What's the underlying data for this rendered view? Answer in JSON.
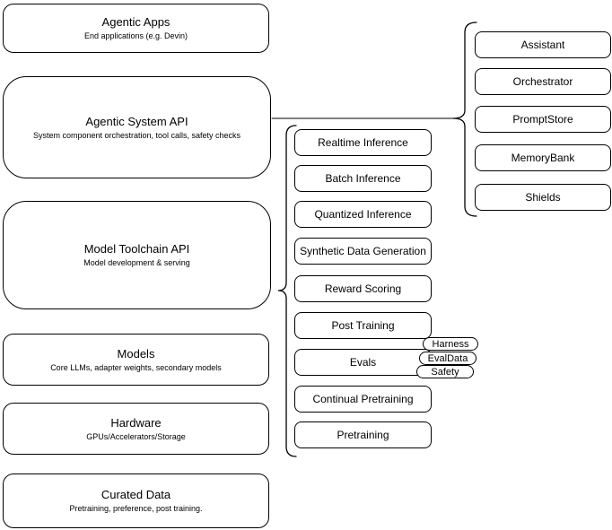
{
  "diagram": {
    "stack_layers": [
      {
        "title": "Agentic Apps",
        "subtitle": "End applications (e.g. Devin)"
      },
      {
        "title": "Agentic System API",
        "subtitle": "System component orchestration, tool calls, safety checks"
      },
      {
        "title": "Model Toolchain API",
        "subtitle": "Model development & serving"
      },
      {
        "title": "Models",
        "subtitle": "Core LLMs, adapter weights, secondary models"
      },
      {
        "title": "Hardware",
        "subtitle": "GPUs/Accelerators/Storage"
      },
      {
        "title": "Curated Data",
        "subtitle": "Pretraining, preference, post training."
      }
    ],
    "toolchain_items": [
      "Realtime Inference",
      "Batch Inference",
      "Quantized Inference",
      "Synthetic Data Generation",
      "Reward Scoring",
      "Post Training",
      "Evals",
      "Continual Pretraining",
      "Pretraining"
    ],
    "evals_tags": [
      "Harness",
      "EvalData",
      "Safety"
    ],
    "system_components": [
      "Assistant",
      "Orchestrator",
      "PromptStore",
      "MemoryBank",
      "Shields"
    ],
    "colors": {
      "stroke": "#000000",
      "fill": "#ffffff",
      "text": "#000000"
    }
  }
}
